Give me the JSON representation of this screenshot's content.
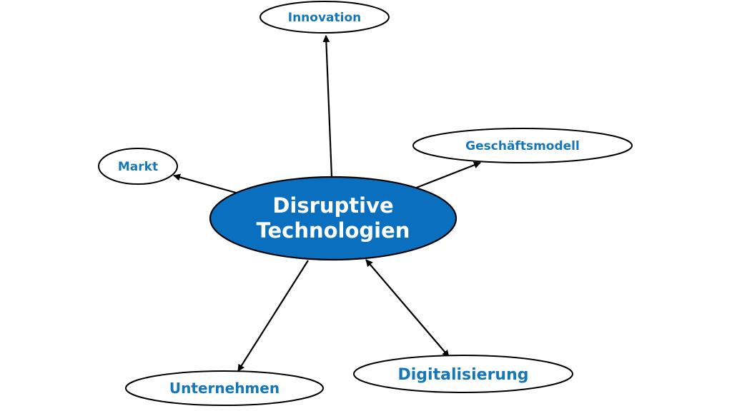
{
  "center": {
    "lines": [
      "Disruptive",
      "Technologien"
    ],
    "fill": "#0b6fbf",
    "text_color": "#ffffff"
  },
  "nodes": [
    {
      "id": "innovation",
      "label": "Innovation"
    },
    {
      "id": "geschaeftsmodell",
      "label": "Geschäftsmodell"
    },
    {
      "id": "markt",
      "label": "Markt"
    },
    {
      "id": "unternehmen",
      "label": "Unternehmen"
    },
    {
      "id": "digitalisierung",
      "label": "Digitalisierung"
    }
  ],
  "colors": {
    "node_text": "#1577b8",
    "stroke": "#000000",
    "node_fill": "#ffffff"
  },
  "edges": [
    {
      "to": "innovation",
      "direction": "outward"
    },
    {
      "to": "geschaeftsmodell",
      "direction": "outward"
    },
    {
      "to": "markt",
      "direction": "outward"
    },
    {
      "to": "unternehmen",
      "direction": "outward"
    },
    {
      "to": "digitalisierung",
      "direction": "both"
    }
  ]
}
